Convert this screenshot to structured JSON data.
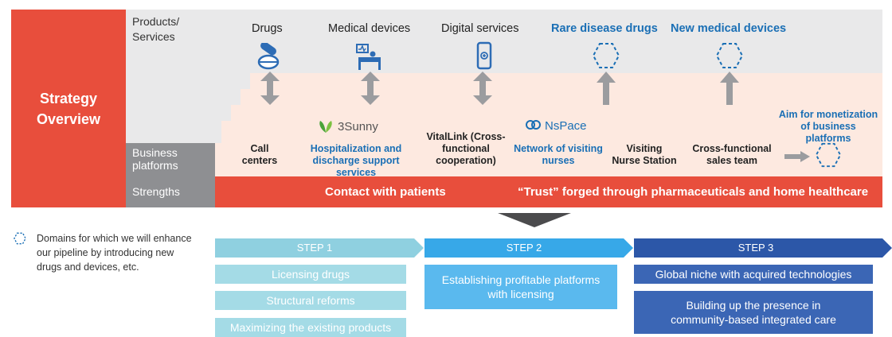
{
  "strategy": {
    "line1": "Strategy",
    "line2": "Overview"
  },
  "rows": {
    "products_services": "Products/ Services",
    "business_platforms": "Business platforms",
    "strengths": "Strengths"
  },
  "products": [
    {
      "label": "Drugs",
      "icon": "pills-icon"
    },
    {
      "label": "Medical devices",
      "icon": "hospital-bed-icon"
    },
    {
      "label": "Digital services",
      "icon": "smartphone-icon"
    },
    {
      "label": "Rare disease drugs",
      "icon": "dashed-hexagon-icon"
    },
    {
      "label": "New medical devices",
      "icon": "dashed-hexagon-icon"
    }
  ],
  "platforms": {
    "call_centers": "Call centers",
    "sunny_logo": "3Sunny",
    "hospitalization": "Hospitalization and discharge support services",
    "vitallink": "VitalLink (Cross-functional cooperation)",
    "nspace_logo": "NsPace",
    "network_nurses": "Network of visiting nurses",
    "visiting_station": "Visiting Nurse Station",
    "sales_team": "Cross-functional sales team",
    "monetization": "Aim for monetization of business platforms"
  },
  "strengths": {
    "patients": "Contact with patients",
    "trust": "“Trust” forged through pharmaceuticals and home healthcare"
  },
  "legend": {
    "text": "Domains for which we will enhance our pipeline by introducing new drugs and devices, etc."
  },
  "steps": [
    {
      "title": "STEP 1",
      "items": [
        "Licensing drugs",
        "Structural reforms",
        "Maximizing the existing products"
      ]
    },
    {
      "title": "STEP 2",
      "items": [
        "Establishing profitable platforms with licensing"
      ]
    },
    {
      "title": "STEP 3",
      "items": [
        "Global niche with acquired technologies",
        "Building up the presence in community-based integrated care"
      ]
    }
  ],
  "colors": {
    "red": "#e84e3c",
    "blue": "#1a6fb5",
    "step1": "#8fd0e0",
    "step2": "#37a8e8",
    "step3": "#2c57a8"
  }
}
